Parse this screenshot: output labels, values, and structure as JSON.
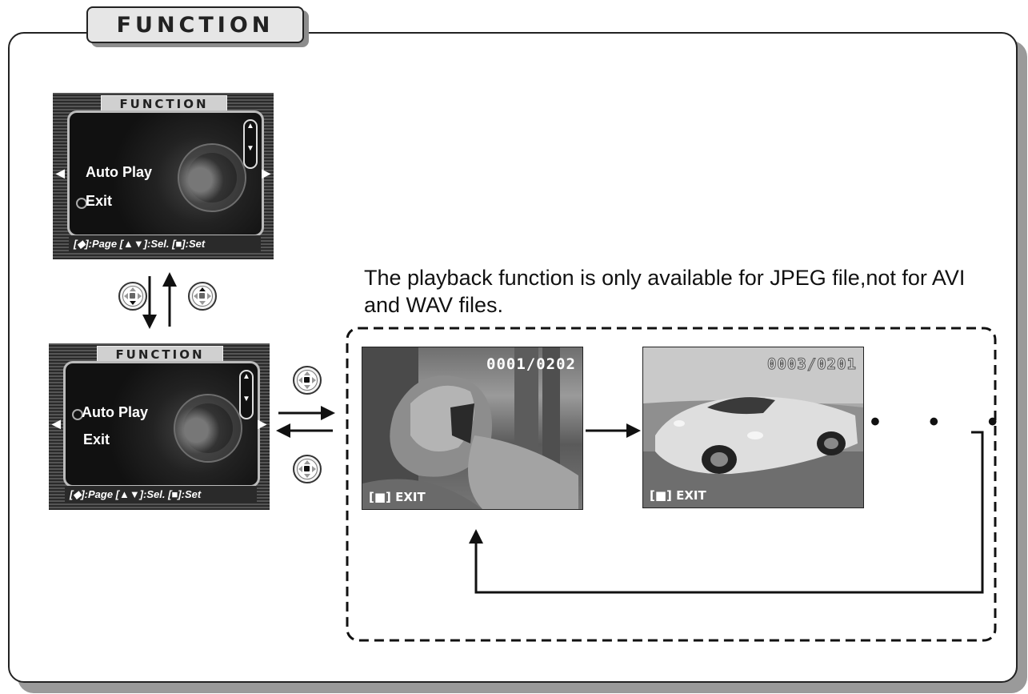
{
  "title": "FUNCTION",
  "screen_top": {
    "header": "FUNCTION",
    "options": [
      "Auto Play",
      "Exit"
    ],
    "selected_index": 1,
    "footer": "[◆]:Page [▲▼]:Sel. [■]:Set"
  },
  "screen_bottom": {
    "header": "FUNCTION",
    "options": [
      "Auto Play",
      "Exit"
    ],
    "selected_index": 0,
    "footer": "[◆]:Page [▲▼]:Sel. [■]:Set"
  },
  "note": "The playback function is only available for JPEG file,not for AVI and WAV files.",
  "photos": [
    {
      "counter": "0001/0202",
      "exit_label": "EXIT",
      "subject": "lion"
    },
    {
      "counter": "0003/0201",
      "exit_label": "EXIT",
      "subject": "sports-car"
    }
  ],
  "ellipsis": "• • •"
}
